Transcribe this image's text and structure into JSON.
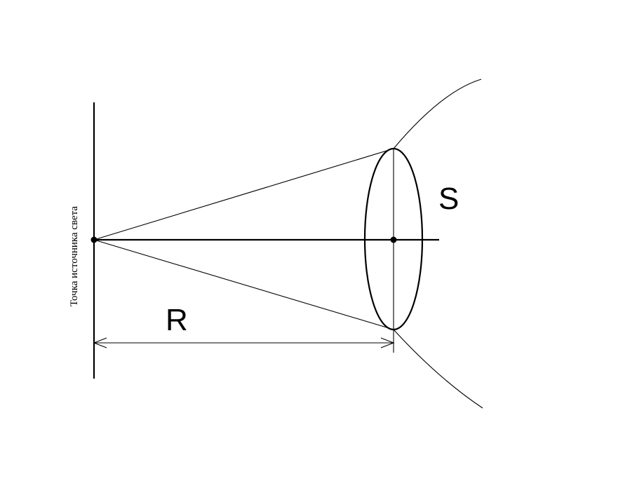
{
  "labels": {
    "source_axis": "Точка источника света",
    "distance": "R",
    "area": "S"
  },
  "colors": {
    "ink": "#000000",
    "background": "#ffffff"
  }
}
